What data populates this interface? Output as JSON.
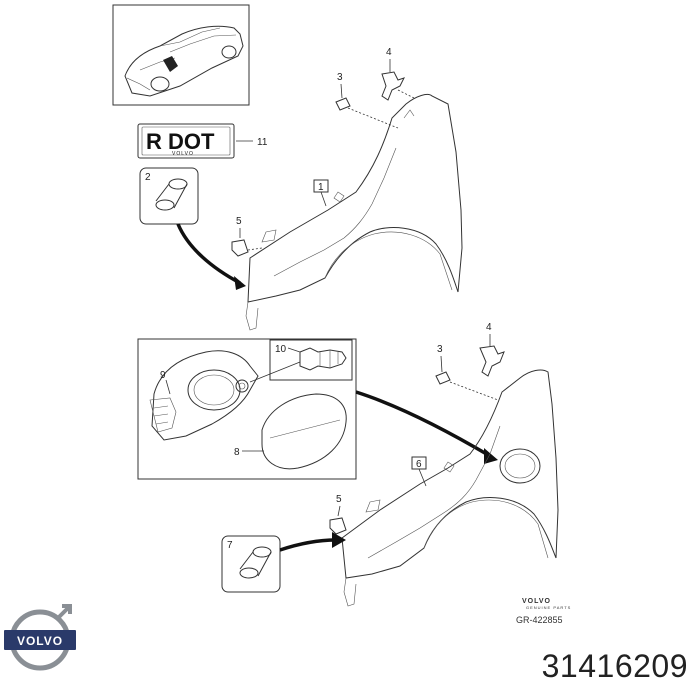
{
  "callouts": {
    "top_fender": "1",
    "bushing_top": "2",
    "screw_top": "3",
    "bracket_top": "4",
    "clip_top": "5",
    "bottom_fender": "6",
    "bushing_bottom": "7",
    "fuel_lid": "8",
    "filler_housing": "9",
    "push_clip": "10",
    "label": "11"
  },
  "label_plate": {
    "main_text": "R DOT",
    "sub_text": "VOLVO"
  },
  "genuine_parts_stamp": {
    "brand": "VOLVO",
    "subtitle": "GENUINE PARTS",
    "reference": "GR-422855"
  },
  "brand_logo": {
    "text": "VOLVO"
  },
  "part_number": "31416209",
  "colors": {
    "line": "#333333",
    "logo_blue": "#2a3a6a",
    "logo_grey": "#8a8f95"
  }
}
